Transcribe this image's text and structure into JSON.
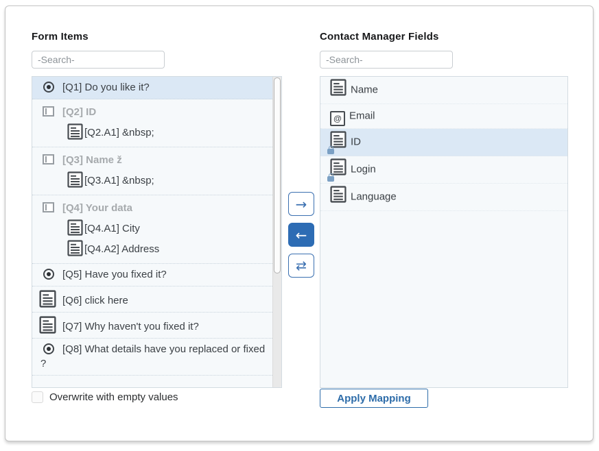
{
  "colors": {
    "accent": "#2d6cb4",
    "row_highlight": "#dbe8f5"
  },
  "left_panel": {
    "title": "Form Items",
    "search_placeholder": "-Search-",
    "items": [
      {
        "icon": "radio-icon",
        "label": "[Q1] Do you like it?",
        "selected": true
      },
      {
        "icon": "matrix-icon",
        "label": "[Q2] ID",
        "disabled": true,
        "children": [
          {
            "icon": "text-icon",
            "label": "[Q2.A1] &nbsp;"
          }
        ]
      },
      {
        "icon": "matrix-icon",
        "label": "[Q3] Name ž",
        "disabled": true,
        "children": [
          {
            "icon": "text-icon",
            "label": "[Q3.A1] &nbsp;"
          }
        ]
      },
      {
        "icon": "matrix-icon",
        "label": "[Q4] Your data",
        "disabled": true,
        "children": [
          {
            "icon": "text-icon",
            "label": "[Q4.A1] City"
          },
          {
            "icon": "text-icon",
            "label": "[Q4.A2] Address"
          }
        ]
      },
      {
        "icon": "radio-icon",
        "label": "[Q5] Have you fixed it?"
      },
      {
        "icon": "text-icon",
        "label": "[Q6] click here"
      },
      {
        "icon": "text-icon",
        "label": "[Q7] Why haven't you fixed it?"
      },
      {
        "icon": "radio-icon",
        "label": "[Q8] What details have you replaced or fixed ?"
      }
    ],
    "overwrite_checkbox_label": "Overwrite with empty values"
  },
  "transfer_buttons": {
    "move_right_icon": "→",
    "move_left_icon": "←",
    "swap_icon": "⇄"
  },
  "right_panel": {
    "title": "Contact Manager Fields",
    "search_placeholder": "-Search-",
    "items": [
      {
        "icon": "text-icon",
        "label": "Name"
      },
      {
        "icon": "email-icon",
        "label": "Email"
      },
      {
        "icon": "text-lock-icon",
        "label": "ID",
        "selected": true
      },
      {
        "icon": "text-lock-icon",
        "label": "Login"
      },
      {
        "icon": "text-icon",
        "label": "Language"
      }
    ],
    "apply_button_label": "Apply Mapping"
  }
}
